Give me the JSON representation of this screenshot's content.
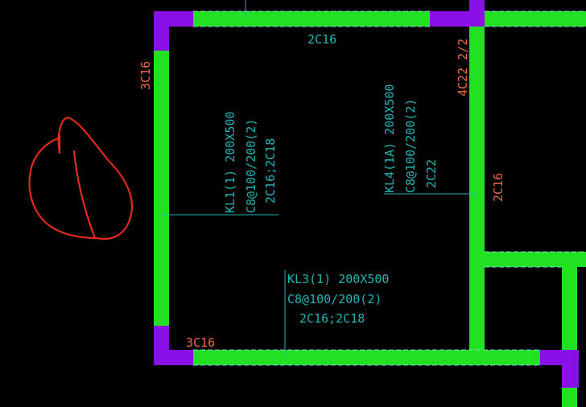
{
  "colors": {
    "background": "#000000",
    "beam": "#22e022",
    "beam_edge": "#9ad8ff",
    "column": "#8a10e8",
    "annotation_cyan": "#1fb5b5",
    "annotation_orange": "#e8694a",
    "sketch_red": "#e02a1a",
    "leader": "#22b5b5"
  },
  "labels": {
    "top_beam_rebar": "2C16",
    "left_beam_rebar": "3C16",
    "right_beam_top_rebar": "4C22 2/2",
    "right_beam_rebar": "2C16",
    "bottom_left_rebar": "3C16",
    "kl1": {
      "line1": "KL1(1) 200X500",
      "line2": "C8@100/200(2)",
      "line3": "2C16;2C18"
    },
    "kl4": {
      "line1": "KL4(1A) 200X500",
      "line2": "C8@100/200(2)",
      "line3": "2C22"
    },
    "kl3": {
      "line1": "KL3(1) 200X500",
      "line2": "C8@100/200(2)",
      "line3": "2C16;2C18"
    }
  },
  "icons": {
    "sketch": "hand-drawn-leaf-outline"
  }
}
